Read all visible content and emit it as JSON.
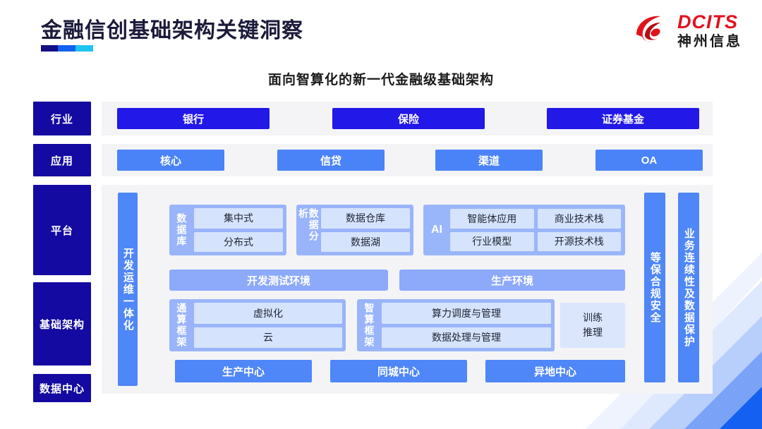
{
  "header": {
    "title": "金融信创基础架构关键洞察",
    "logo_en": "DCITS",
    "logo_cn": "神州信息",
    "logo_mark": "swirl-logo-icon"
  },
  "subtitle": "面向智算化的新一代金融级基础架构",
  "colors": {
    "rail": "#1409a0",
    "dark_blue": "#2218e8",
    "blue": "#4a83f7",
    "group_bg": "#99b4fb",
    "chip_bg": "#d6e3fd",
    "band": "#8ca9fa",
    "panel_bg": "#f4f4f6",
    "logo_red": "#e1121c",
    "accent_navy": "#130f86",
    "accent_blue": "#1460f0",
    "accent_cyan": "#1ec3f0"
  },
  "rail": {
    "items": [
      {
        "label": "行业"
      },
      {
        "label": "应用"
      },
      {
        "label": "平台"
      },
      {
        "label": "基础架构"
      },
      {
        "label": "数据中心"
      }
    ]
  },
  "industry_row": {
    "items": [
      {
        "label": "银行"
      },
      {
        "label": "保险"
      },
      {
        "label": "证券基金"
      }
    ]
  },
  "application_row": {
    "items": [
      {
        "label": "核心"
      },
      {
        "label": "信贷"
      },
      {
        "label": "渠道"
      },
      {
        "label": "OA"
      }
    ]
  },
  "devops_column": {
    "label": "开发运维一体化"
  },
  "platform": {
    "database_group": {
      "label": "数据库",
      "items": [
        {
          "label": "集中式"
        },
        {
          "label": "分布式"
        }
      ]
    },
    "analytics_group": {
      "label": "数据分析",
      "items": [
        {
          "label": "数据仓库"
        },
        {
          "label": "数据湖"
        }
      ]
    },
    "ai_group": {
      "label": "AI",
      "items": [
        {
          "label": "智能体应用"
        },
        {
          "label": "商业技术栈"
        },
        {
          "label": "行业模型"
        },
        {
          "label": "开源技术栈"
        }
      ]
    },
    "environment_bands": [
      {
        "label": "开发测试环境"
      },
      {
        "label": "生产环境"
      }
    ]
  },
  "infrastructure": {
    "general_compute_group": {
      "label": "通算框架",
      "items": [
        {
          "label": "虚拟化"
        },
        {
          "label": "云"
        }
      ]
    },
    "intelligent_compute_group": {
      "label": "智算框架",
      "items": [
        {
          "label": "算力调度与管理"
        },
        {
          "label": "数据处理与管理"
        }
      ]
    },
    "training_box": {
      "label": "训练\n推理"
    }
  },
  "data_center_row": {
    "items": [
      {
        "label": "生产中心"
      },
      {
        "label": "同城中心"
      },
      {
        "label": "异地中心"
      }
    ]
  },
  "side_columns": [
    {
      "label": "等保合规安全"
    },
    {
      "label": "业务连续性及数据保护"
    }
  ]
}
